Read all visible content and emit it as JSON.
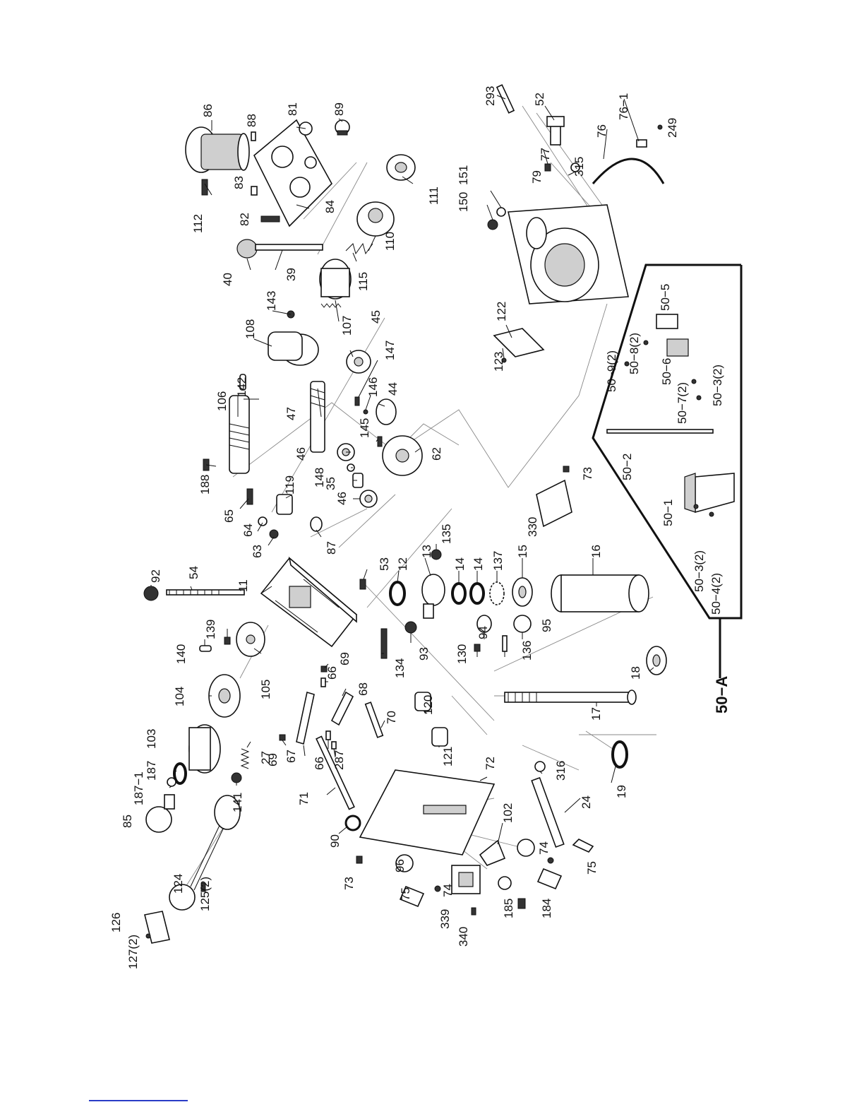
{
  "callouts": {
    "c293": "293",
    "c52": "52",
    "c249": "249",
    "c76_1": "76−1",
    "c76": "76",
    "c77": "77",
    "c315": "315",
    "c79": "79",
    "c150": "150",
    "c151": "151",
    "c122": "122",
    "c123": "123",
    "c86": "86",
    "c88": "88",
    "c81": "81",
    "c89": "89",
    "c112": "112",
    "c83": "83",
    "c82": "82",
    "c84": "84",
    "c111": "111",
    "c110": "110",
    "c40": "40",
    "c39": "39",
    "c115": "115",
    "c107": "107",
    "c143": "143",
    "c108": "108",
    "c45": "45",
    "c147": "147",
    "c146": "146",
    "c44": "44",
    "c142": "142",
    "c106": "106",
    "c47": "47",
    "c145": "145",
    "c62": "62",
    "c188": "188",
    "c46a": "46",
    "c148": "148",
    "c35": "35",
    "c46b": "46",
    "c119": "119",
    "c65": "65",
    "c64": "64",
    "c63": "63",
    "c87": "87",
    "c92": "92",
    "c54": "54",
    "c11": "11",
    "c53": "53",
    "c12": "12",
    "c13": "13",
    "c135": "135",
    "c14a": "14",
    "c14b": "14",
    "c137": "137",
    "c15": "15",
    "c16": "16",
    "c140": "140",
    "c139": "139",
    "c104": "104",
    "c105": "105",
    "c69a": "69",
    "c66a": "66",
    "c68": "68",
    "c134": "134",
    "c93": "93",
    "c94": "94",
    "c95": "95",
    "c130": "130",
    "c136": "136",
    "c18": "18",
    "c103": "103",
    "c187_1": "187−1",
    "c187": "187",
    "c85": "85",
    "c27": "27",
    "c69b": "69",
    "c67": "67",
    "c66b": "66",
    "c287": "287",
    "c70": "70",
    "c120": "120",
    "c121": "121",
    "c17": "17",
    "c141": "141",
    "c71": "71",
    "c72": "72",
    "c316": "316",
    "c19": "19",
    "c24": "24",
    "c90": "90",
    "c102": "102",
    "c74a": "74",
    "c74b": "74",
    "c124": "124",
    "c125": "125(2)",
    "c126": "126",
    "c127": "127(2)",
    "c73a": "73",
    "c96": "96",
    "c75a": "75",
    "c75b": "75",
    "c339": "339",
    "c340": "340",
    "c185": "185",
    "c184": "184",
    "c330": "330",
    "c73b": "73",
    "c50_1": "50−1",
    "c50_2": "50−2",
    "c50_3a": "50−3(2)",
    "c50_4": "50−4(2)",
    "c50_3b": "50−3(2)",
    "c50_5": "50−5",
    "c50_6": "50−6",
    "c50_7": "50−7(2)",
    "c50_8": "50−8(2)",
    "c50_9": "50−9(2)"
  },
  "assembly_label": "50−A"
}
